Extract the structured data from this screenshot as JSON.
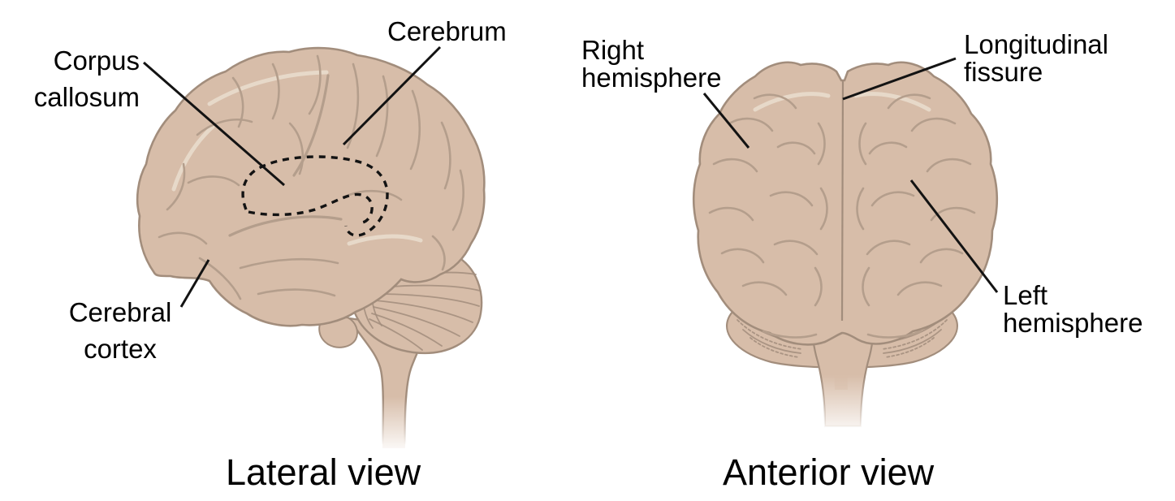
{
  "colors": {
    "background": "#ffffff",
    "brain-fill": "#d7bda9",
    "brain-fill-deep": "#cbb09b",
    "brain-outline": "#a28d7c",
    "sulci": "#b49e8c",
    "highlight": "#e9dbcc",
    "shadow": "#c8ae9a",
    "label-text": "#000000",
    "leader-line": "#131313"
  },
  "lateral": {
    "caption": "Lateral view",
    "labels": {
      "corpus_callosum": {
        "line1": "Corpus",
        "line2": "callosum"
      },
      "cerebrum": {
        "line1": "Cerebrum"
      },
      "cerebral_cortex": {
        "line1": "Cerebral",
        "line2": "cortex"
      }
    }
  },
  "anterior": {
    "caption": "Anterior view",
    "labels": {
      "right_hemisphere": {
        "line1": "Right",
        "line2": "hemisphere"
      },
      "longitudinal_fissure": {
        "line1": "Longitudinal",
        "line2": "fissure"
      },
      "left_hemisphere": {
        "line1": "Left",
        "line2": "hemisphere"
      }
    }
  }
}
